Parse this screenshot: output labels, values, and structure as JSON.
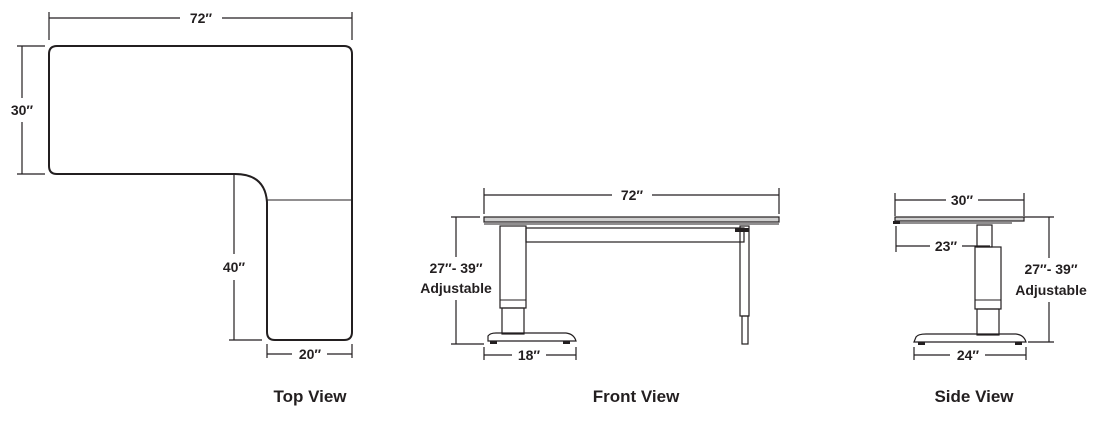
{
  "top_view": {
    "label": "Top View",
    "width_dim": "72″",
    "depth_dim": "30″",
    "return_length_dim": "40″",
    "return_width_dim": "20″"
  },
  "front_view": {
    "label": "Front View",
    "width_dim": "72″",
    "height_dim": "27″- 39″",
    "height_note": "Adjustable",
    "foot_dim": "18″"
  },
  "side_view": {
    "label": "Side View",
    "depth_dim": "30″",
    "inner_dim": "23″",
    "height_dim": "27″- 39″",
    "height_note": "Adjustable",
    "foot_dim": "24″"
  }
}
